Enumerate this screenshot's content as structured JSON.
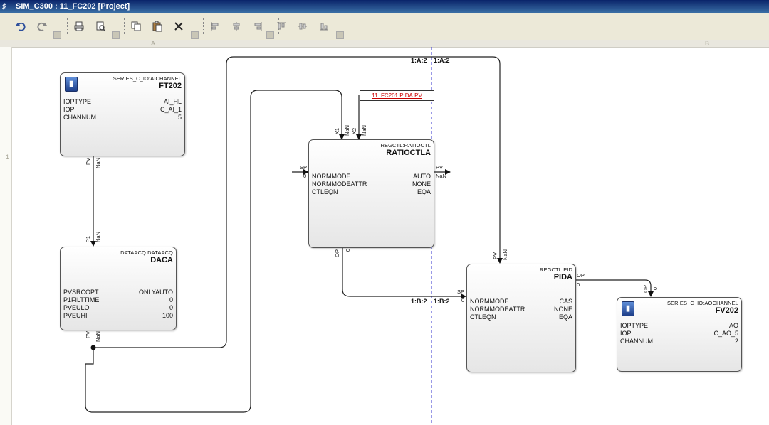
{
  "window": {
    "title": "SIM_C300 : 11_FC202 [Project]"
  },
  "toolbar": {
    "buttons": [
      "undo-icon",
      "redo-icon",
      "print-icon",
      "print-preview-icon",
      "copy-icon",
      "paste-icon",
      "delete-icon",
      "align-left-icon",
      "align-center-icon",
      "align-right-icon",
      "align-top-icon",
      "align-middle-icon",
      "align-bottom-icon"
    ]
  },
  "ruler": {
    "top": [
      "A",
      "B"
    ],
    "left": [
      "1"
    ]
  },
  "blocks": {
    "ft202": {
      "type": "SERIES_C_IO:AICHANNEL",
      "name": "FT202",
      "params": [
        [
          "IOPTYPE",
          "AI_HL"
        ],
        [
          "IOP",
          "C_AI_1"
        ],
        [
          "CHANNUM",
          "5"
        ]
      ]
    },
    "daca": {
      "type": "DATAACQ:DATAACQ",
      "name": "DACA",
      "params": [
        [
          "PVSRCOPT",
          "ONLYAUTO"
        ],
        [
          "P1FILTTIME",
          "0"
        ],
        [
          "PVEULO",
          "0"
        ],
        [
          "PVEUHI",
          "100"
        ]
      ]
    },
    "ratioctla": {
      "type": "REGCTL:RATIOCTL",
      "name": "RATIOCTLA",
      "params": [
        [
          "NORMMODE",
          "AUTO"
        ],
        [
          "NORMMODEATTR",
          "NONE"
        ],
        [
          "CTLEQN",
          "EQA"
        ]
      ]
    },
    "pida": {
      "type": "REGCTL:PID",
      "name": "PIDA",
      "params": [
        [
          "NORMMODE",
          "CAS"
        ],
        [
          "NORMMODEATTR",
          "NONE"
        ],
        [
          "CTLEQN",
          "EQA"
        ]
      ]
    },
    "fv202": {
      "type": "SERIES_C_IO:AOCHANNEL",
      "name": "FV202",
      "params": [
        [
          "IOPTYPE",
          "AO"
        ],
        [
          "IOP",
          "C_AO_5"
        ],
        [
          "CHANNUM",
          "2"
        ]
      ]
    }
  },
  "pins": {
    "ft202_pv": "PV",
    "ft202_pv_v": "NaN",
    "daca_p1": "P1",
    "daca_p1_v": "NaN",
    "daca_pv": "PV",
    "daca_pv_v": "NaN",
    "ratio_x1": "X1",
    "ratio_x1_v": "NaN",
    "ratio_x2": "X2",
    "ratio_x2_v": "NaN",
    "ratio_sp": "SP",
    "ratio_sp_v": "0",
    "ratio_pv": "PV",
    "ratio_pv_v": "NaN",
    "ratio_op": "OP",
    "ratio_op_v": "0",
    "pida_pv": "PV",
    "pida_pv_v": "NaN",
    "pida_sp": "SP",
    "pida_sp_v": "0",
    "pida_op": "OP",
    "pida_op_v": "0",
    "fv_op": "OP",
    "fv_op_v": "0"
  },
  "ref_link": "11_FC201.PIDA.PV",
  "page_labels": {
    "a2_left": "1:A:2",
    "a2_right": "1:A:2",
    "b2_left": "1:B:2",
    "b2_right": "1:B:2"
  },
  "colors": {
    "titlebar": "#0a246a",
    "page_divider": "#3333cc",
    "ref_text": "#cc0000"
  }
}
